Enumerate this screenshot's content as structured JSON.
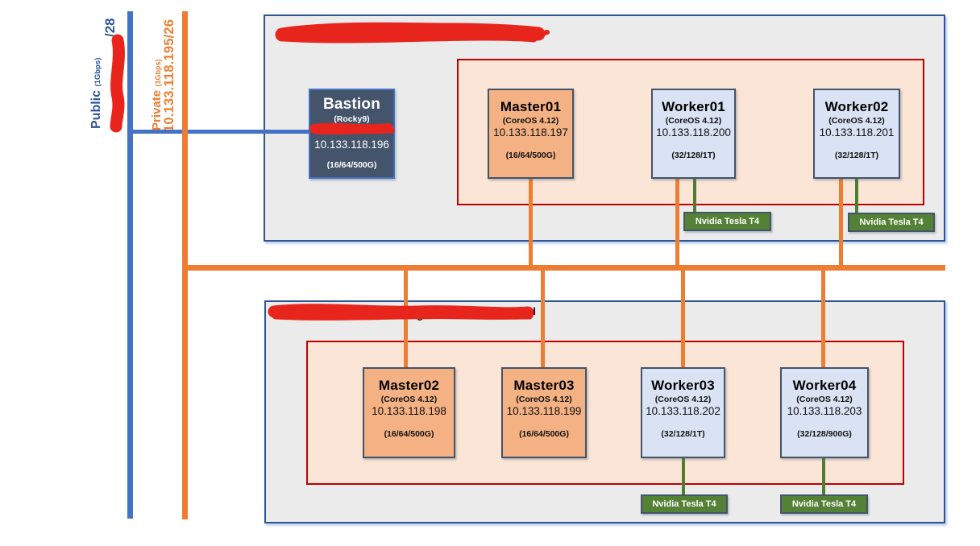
{
  "diagram": {
    "public_network": {
      "name": "Public",
      "bandwidth": "(1Gbps)",
      "subnet_mask": "/28",
      "ip_redacted": true
    },
    "private_network": {
      "name": "Private",
      "bandwidth": "(1Gbps)",
      "cidr": "10.133.118.195/26"
    },
    "bastion": {
      "name": "Bastion",
      "os": "(Rocky9)",
      "ip": "10.133.118.196",
      "specs": "(16/64/500G)",
      "public_ip_redacted": true
    },
    "cluster1": {
      "title_redacted": true,
      "nodes": [
        {
          "name": "Master01",
          "os": "(CoreOS 4.12)",
          "ip": "10.133.118.197",
          "specs": "(16/64/500G)"
        },
        {
          "name": "Worker01",
          "os": "(CoreOS 4.12)",
          "ip": "10.133.118.200",
          "specs": "(32/128/1T)",
          "gpu": "Nvidia Tesla T4"
        },
        {
          "name": "Worker02",
          "os": "(CoreOS 4.12)",
          "ip": "10.133.118.201",
          "specs": "(32/128/1T)",
          "gpu": "Nvidia Tesla T4"
        }
      ]
    },
    "cluster2": {
      "title_redacted": true,
      "visible_fragments": {
        "f1": "g",
        "f2": "ud"
      },
      "nodes": [
        {
          "name": "Master02",
          "os": "(CoreOS 4.12)",
          "ip": "10.133.118.198",
          "specs": "(16/64/500G)"
        },
        {
          "name": "Master03",
          "os": "(CoreOS 4.12)",
          "ip": "10.133.118.199",
          "specs": "(16/64/500G)"
        },
        {
          "name": "Worker03",
          "os": "(CoreOS 4.12)",
          "ip": "10.133.118.202",
          "specs": "(32/128/1T)",
          "gpu": "Nvidia Tesla T4"
        },
        {
          "name": "Worker04",
          "os": "(CoreOS 4.12)",
          "ip": "10.133.118.203",
          "specs": "(32/128/900G)",
          "gpu": "Nvidia Tesla T4"
        }
      ]
    },
    "colors": {
      "public_line": "#4472c4",
      "private_line": "#ed7d31",
      "gpu_line": "#4e7e32",
      "master_fill": "#f4b183",
      "worker_fill": "#dae3f3",
      "bastion_fill": "#44546a",
      "gpu_fill": "#538135",
      "cluster_fill": "#ebebeb",
      "subnet_box_fill": "#fbe5d6",
      "subnet_box_border": "#c00000",
      "redaction": "#e8251d"
    }
  }
}
